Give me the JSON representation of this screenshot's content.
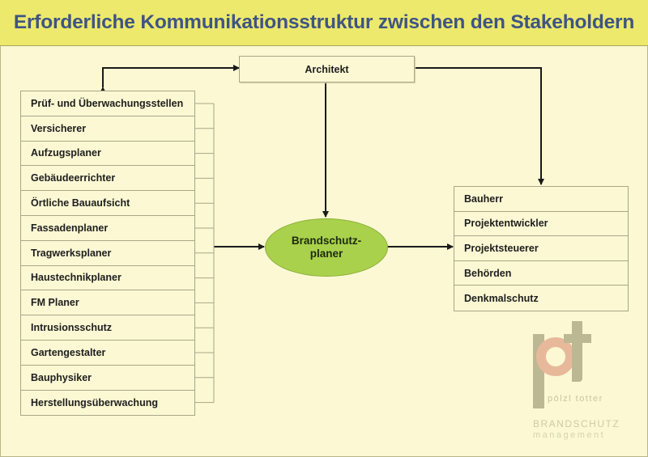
{
  "title": "Erforderliche Kommunikationsstruktur zwischen den Stakeholdern",
  "architect": "Architekt",
  "center": {
    "line1": "Brandschutz-",
    "line2": "planer"
  },
  "left_list": [
    "Prüf- und Überwachungsstellen",
    "Versicherer",
    "Aufzugsplaner",
    "Gebäudeerrichter",
    "Örtliche Bauaufsicht",
    "Fassadenplaner",
    "Tragwerksplaner",
    "Haustechnikplaner",
    "FM Planer",
    "Intrusionsschutz",
    "Gartengestalter",
    "Bauphysiker",
    "Herstellungsüberwachung"
  ],
  "right_list": [
    "Bauherr",
    "Projektentwickler",
    "Projektsteuerer",
    "Behörden",
    "Denkmalschutz"
  ],
  "logo": {
    "mark": "pt",
    "name": "pölzl totter",
    "line1": "BRANDSCHUTZ",
    "line2": "management"
  },
  "colors": {
    "title_bg": "#ece96c",
    "title_text": "#3f5483",
    "background": "#fbf8d3",
    "ellipse": "#a9d14c"
  }
}
